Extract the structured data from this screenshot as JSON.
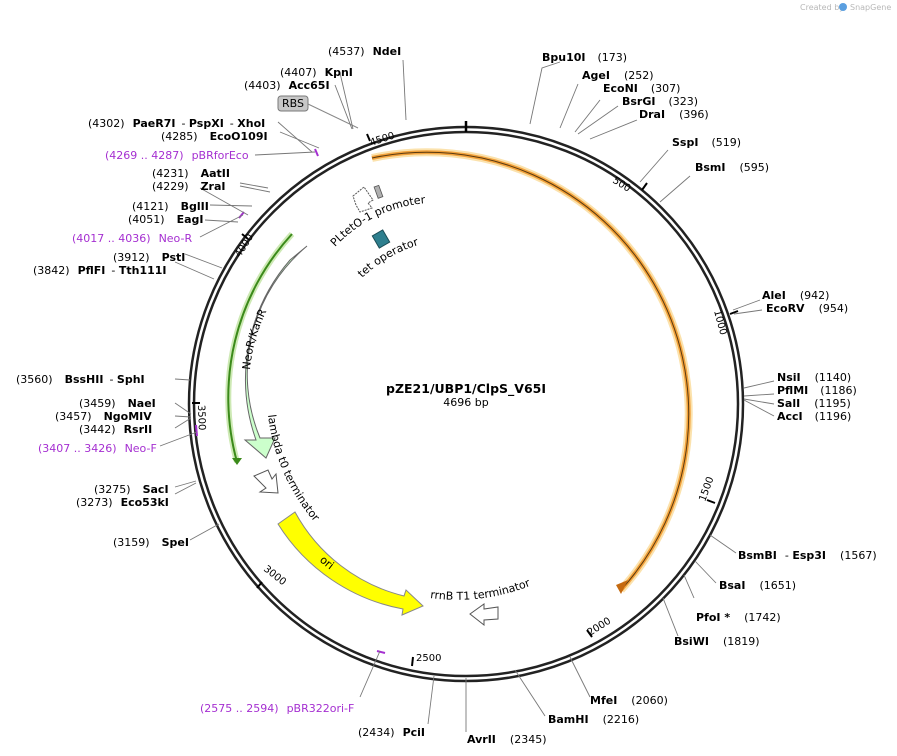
{
  "credit": {
    "prefix": "Created by",
    "brand": "SnapGene"
  },
  "plasmid": {
    "name": "pZE21/UBP1/ClpS_V65I",
    "length_label": "4696 bp",
    "length": 4696
  },
  "ticks": [
    "500",
    "1000",
    "1500",
    "2000",
    "2500",
    "3000",
    "3500",
    "4000",
    "4500"
  ],
  "enzymes": [
    {
      "pos": "(173)",
      "names": [
        "Bpu10I"
      ]
    },
    {
      "pos": "(252)",
      "names": [
        "AgeI"
      ]
    },
    {
      "pos": "(307)",
      "names": [
        "EcoNI"
      ]
    },
    {
      "pos": "(323)",
      "names": [
        "BsrGI"
      ]
    },
    {
      "pos": "(396)",
      "names": [
        "DraI"
      ]
    },
    {
      "pos": "(519)",
      "names": [
        "SspI"
      ]
    },
    {
      "pos": "(595)",
      "names": [
        "BsmI"
      ]
    },
    {
      "pos": "(942)",
      "names": [
        "AleI"
      ]
    },
    {
      "pos": "(954)",
      "names": [
        "EcoRV"
      ]
    },
    {
      "pos": "(1140)",
      "names": [
        "NsiI"
      ]
    },
    {
      "pos": "(1186)",
      "names": [
        "PflMI"
      ]
    },
    {
      "pos": "(1195)",
      "names": [
        "SalI"
      ]
    },
    {
      "pos": "(1196)",
      "names": [
        "AccI"
      ]
    },
    {
      "pos": "(1567)",
      "names": [
        "BsmBI",
        "Esp3I"
      ]
    },
    {
      "pos": "(1651)",
      "names": [
        "BsaI"
      ]
    },
    {
      "pos": "(1742)",
      "names": [
        "PfoI *"
      ]
    },
    {
      "pos": "(1819)",
      "names": [
        "BsiWI"
      ]
    },
    {
      "pos": "(2060)",
      "names": [
        "MfeI"
      ]
    },
    {
      "pos": "(2216)",
      "names": [
        "BamHI"
      ]
    },
    {
      "pos": "(2345)",
      "names": [
        "AvrII"
      ]
    },
    {
      "pos": "(2434)",
      "names": [
        "PciI"
      ]
    },
    {
      "pos": "(3159)",
      "names": [
        "SpeI"
      ]
    },
    {
      "pos": "(3273)",
      "names": [
        "Eco53kI"
      ]
    },
    {
      "pos": "(3275)",
      "names": [
        "SacI"
      ]
    },
    {
      "pos": "(3442)",
      "names": [
        "RsrII"
      ]
    },
    {
      "pos": "(3457)",
      "names": [
        "NgoMIV"
      ]
    },
    {
      "pos": "(3459)",
      "names": [
        "NaeI"
      ]
    },
    {
      "pos": "(3560)",
      "names": [
        "BssHII",
        "SphI"
      ]
    },
    {
      "pos": "(3842)",
      "names": [
        "PflFI",
        "Tth111I"
      ]
    },
    {
      "pos": "(3912)",
      "names": [
        "PstI"
      ]
    },
    {
      "pos": "(4051)",
      "names": [
        "EagI"
      ]
    },
    {
      "pos": "(4121)",
      "names": [
        "BglII"
      ]
    },
    {
      "pos": "(4229)",
      "names": [
        "ZraI"
      ]
    },
    {
      "pos": "(4231)",
      "names": [
        "AatII"
      ]
    },
    {
      "pos": "(4285)",
      "names": [
        "EcoO109I"
      ]
    },
    {
      "pos": "(4302)",
      "names": [
        "PaeR7I",
        "PspXI",
        "XhoI"
      ]
    },
    {
      "pos": "(4403)",
      "names": [
        "Acc65I"
      ]
    },
    {
      "pos": "(4407)",
      "names": [
        "KpnI"
      ]
    },
    {
      "pos": "(4537)",
      "names": [
        "NdeI"
      ]
    }
  ],
  "primers": [
    {
      "range": "(4269 .. 4287)",
      "name": "pBRforEco"
    },
    {
      "range": "(4017 .. 4036)",
      "name": "Neo-R"
    },
    {
      "range": "(3407 .. 3426)",
      "name": "Neo-F"
    },
    {
      "range": "(2575 .. 2594)",
      "name": "pBR322ori-F"
    }
  ],
  "features": {
    "rbs": "RBS",
    "promoter": "PLtetO-1 promoter",
    "operator": "tet operator",
    "neo": "NeoR/KanR",
    "lambda": "lambda t0 terminator",
    "ori": "ori",
    "rrnb": "rrnB T1 terminator"
  },
  "colors": {
    "ori": "#ffff00",
    "orf": "#ccffcc",
    "orange": "#f2a13a",
    "primer": "#a52fd1",
    "operator": "#2e7f8e"
  }
}
